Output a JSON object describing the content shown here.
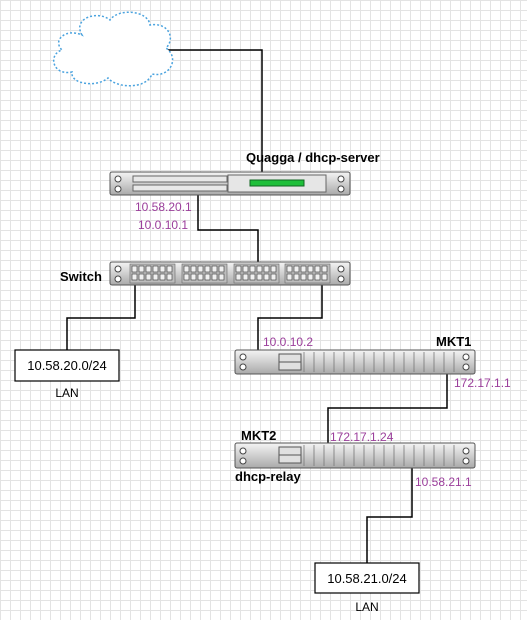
{
  "nodes": {
    "internet_cloud": "cloud-icon",
    "server": {
      "label": "Quagga / dhcp-server",
      "status_color": "#1fbf3a"
    },
    "switch": {
      "label": "Switch"
    },
    "mkt1": {
      "label": "MKT1"
    },
    "mkt2": {
      "label": "MKT2",
      "sublabel": "dhcp-relay"
    },
    "lan1": {
      "subnet": "10.58.20.0/24",
      "label": "LAN"
    },
    "lan2": {
      "subnet": "10.58.21.0/24",
      "label": "LAN"
    }
  },
  "interfaces": {
    "server_ip1": "10.58.20.1",
    "server_ip2": "10.0.10.1",
    "mkt1_ip_switch": "10.0.10.2",
    "mkt1_ip_link": "172.17.1.1",
    "mkt2_ip_link": "172.17.1.24",
    "mkt2_ip_lan": "10.58.21.1"
  },
  "colors": {
    "ip_label": "#9b3e9b",
    "cloud_stroke": "#4aa3df",
    "device_body": "#d6d6d6"
  }
}
